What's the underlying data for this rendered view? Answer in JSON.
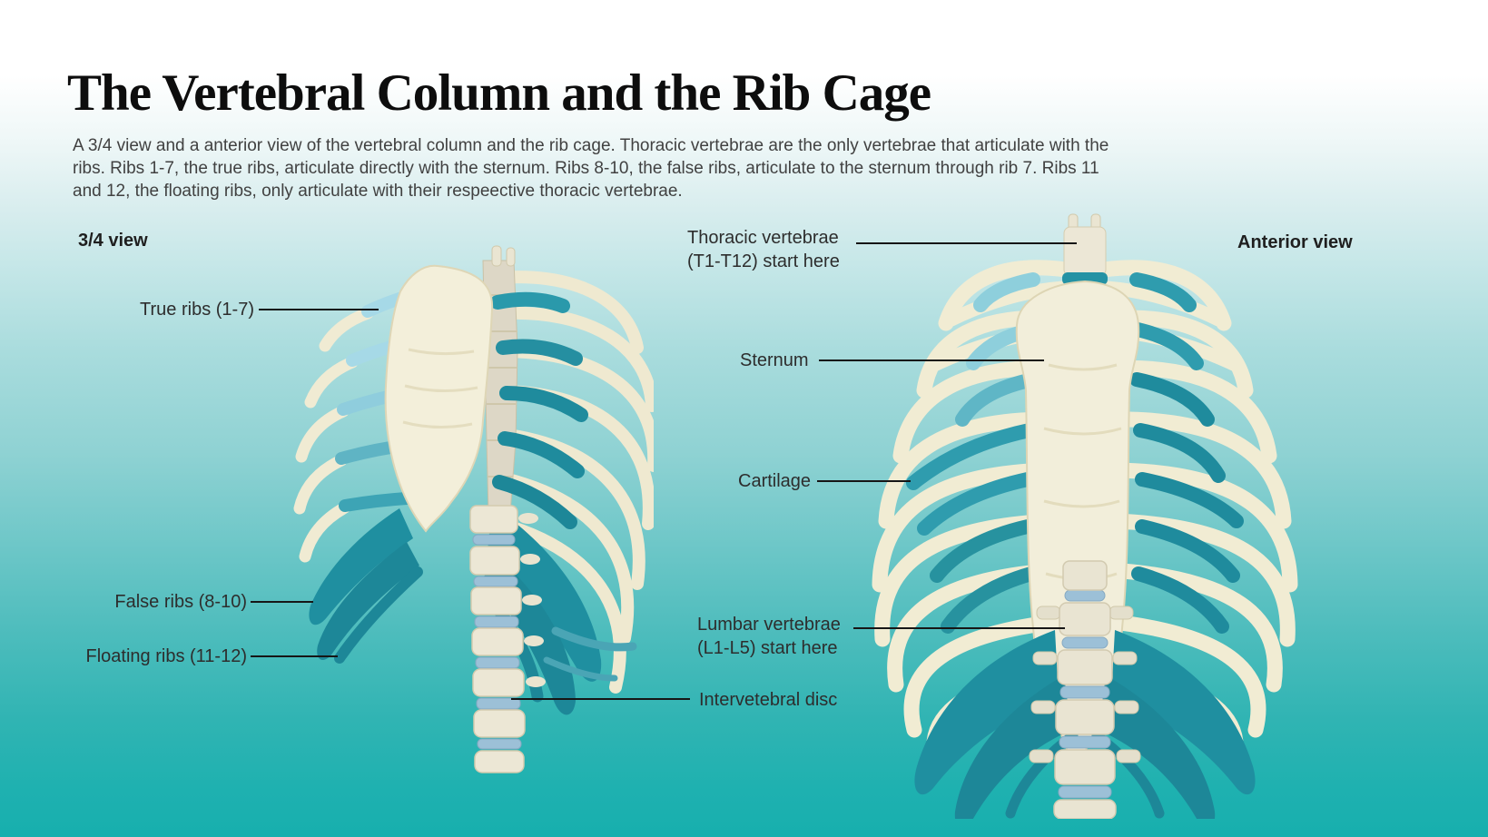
{
  "title": "The Vertebral Column and the Rib Cage",
  "description": "A 3/4 view and a anterior view of the vertebral column and the rib cage. Thoracic vertebrae are the only vertebrae that articulate with the ribs. Ribs 1-7, the true ribs, articulate directly with the sternum. Ribs 8-10, the false ribs, articulate to the sternum through rib 7. Ribs 11 and 12, the floating ribs, only articulate with their respeective thoracic vertebrae.",
  "views": {
    "three_quarter": {
      "label": "3/4 view"
    },
    "anterior": {
      "label": "Anterior view"
    }
  },
  "labels": {
    "true_ribs": "True ribs (1-7)",
    "false_ribs": "False ribs (8-10)",
    "floating_ribs": "Floating ribs (11-12)",
    "thoracic_line1": "Thoracic vertebrae",
    "thoracic_line2": "(T1-T12) start here",
    "sternum": "Sternum",
    "cartilage": "Cartilage",
    "lumbar_line1": "Lumbar vertebrae",
    "lumbar_line2": "(L1-L5) start here",
    "intervertebral_disc": "Intervetebral disc"
  },
  "colors": {
    "background_top": "#ffffff",
    "background_bottom": "#17afae",
    "bone_cream": "#f2eeda",
    "bone_shadow": "#d9d2ae",
    "cartilage_teal_dark": "#1f8fa0",
    "cartilage_teal": "#2f9cae",
    "cartilage_light_blue": "#a6d9e7",
    "disc_blue": "#9cc0d7",
    "leader_line": "#161616",
    "text_dark": "#2d2d2d"
  }
}
